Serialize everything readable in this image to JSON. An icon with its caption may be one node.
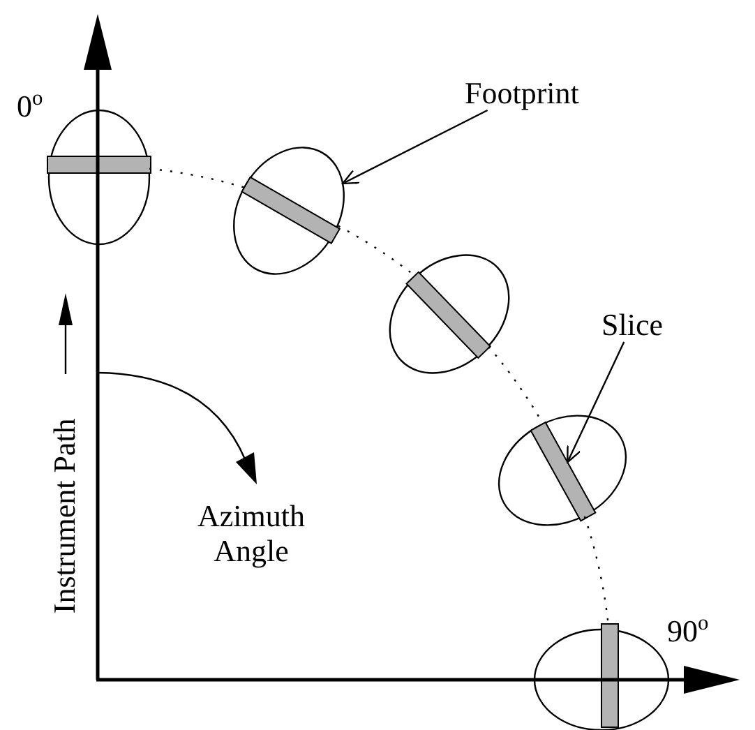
{
  "diagram": {
    "nodes": [
      {
        "text": [
          "Footprint"
        ]
      },
      {
        "text": [
          "Slice"
        ]
      },
      {
        "text": [],
        "shape": "ellipse"
      },
      {
        "text": [],
        "shape": "ellipse"
      },
      {
        "text": [],
        "shape": "ellipse"
      },
      {
        "text": [],
        "shape": "ellipse"
      },
      {
        "text": [],
        "shape": "ellipse"
      },
      {
        "text": [],
        "shape": "bar",
        "in": 2
      },
      {
        "text": [],
        "shape": "bar",
        "in": 3
      },
      {
        "text": [],
        "shape": "bar",
        "in": 4
      },
      {
        "text": [],
        "shape": "bar",
        "in": 5
      },
      {
        "text": [],
        "shape": "bar",
        "in": 6
      }
    ],
    "edges": [
      {
        "from": 0,
        "to": 3,
        "arrow": "to"
      },
      {
        "from": 1,
        "to": 10,
        "arrow": "to"
      },
      {
        "from": 2,
        "to": 3,
        "arrow": "none",
        "style": "dashed"
      },
      {
        "from": 3,
        "to": 4,
        "arrow": "none",
        "style": "dashed"
      },
      {
        "from": 4,
        "to": 5,
        "arrow": "none",
        "style": "dashed"
      },
      {
        "from": 5,
        "to": 6,
        "arrow": "none",
        "style": "dashed"
      }
    ],
    "labels": [
      "0$^{o}$",
      "Instrument Path",
      "Azimuth Angle",
      "90$^{o}$"
    ]
  }
}
